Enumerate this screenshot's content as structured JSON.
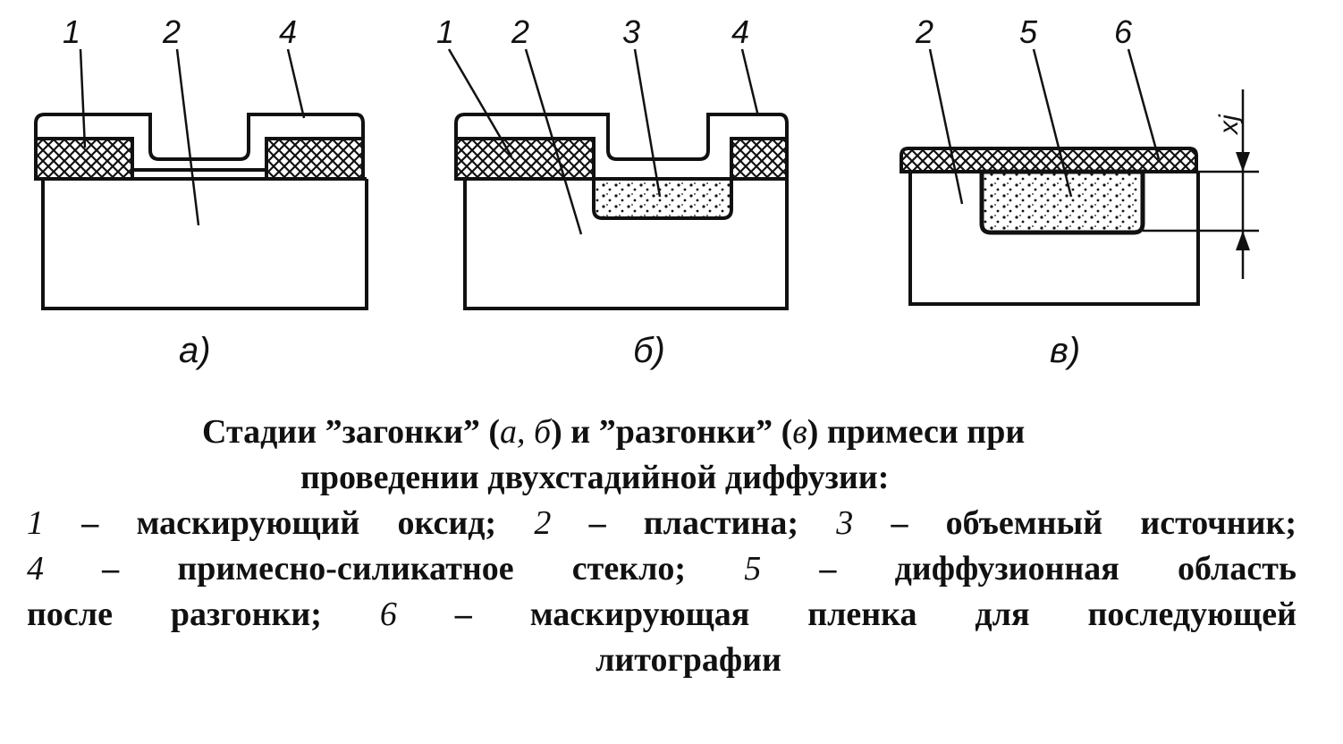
{
  "panels": [
    {
      "id": "a",
      "caption": "а)",
      "labels": [
        "1",
        "2",
        "4"
      ]
    },
    {
      "id": "b",
      "caption": "б)",
      "labels": [
        "1",
        "2",
        "3",
        "4"
      ]
    },
    {
      "id": "c",
      "caption": "в)",
      "labels": [
        "2",
        "5",
        "6"
      ],
      "dimension_label": "xj"
    }
  ],
  "caption": {
    "title_pre": "Стадии ”загонки” (",
    "title_ab": "а, б",
    "title_mid": ") и ”разгонки” (",
    "title_v": "в",
    "title_post": ") примеси при",
    "line2": "проведении двухстадийной диффузии:",
    "legend": [
      {
        "num": "1",
        "text": "– маскирующий оксид;"
      },
      {
        "num": "2",
        "text": "– пластина;"
      },
      {
        "num": "3",
        "text": "– объемный источник;"
      },
      {
        "num": "4",
        "text": "– примесно-силикатное стекло;"
      },
      {
        "num": "5",
        "text": "– диффузионная область"
      },
      {
        "num": "6",
        "text": "– маскирующая пленка для последующей"
      }
    ],
    "line5_start": "после разгонки;",
    "line6": "литографии"
  }
}
